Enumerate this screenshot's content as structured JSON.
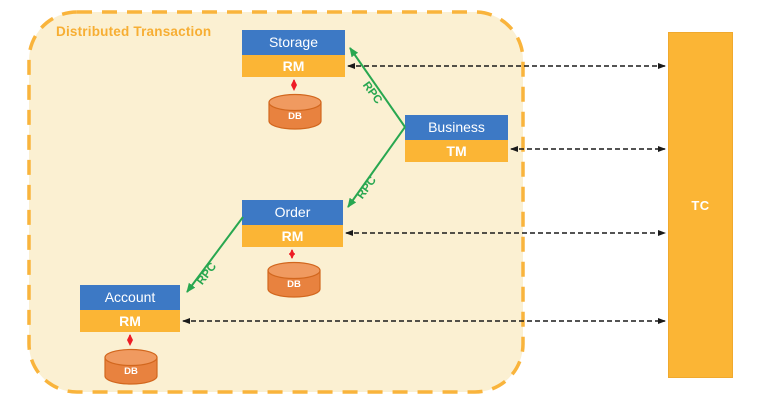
{
  "diagram": {
    "title": "Distributed Transaction",
    "coordinator": {
      "label": "TC"
    },
    "services": [
      {
        "name": "Storage",
        "role": "RM",
        "db_label": "DB"
      },
      {
        "name": "Business",
        "role": "TM"
      },
      {
        "name": "Order",
        "role": "RM",
        "db_label": "DB"
      },
      {
        "name": "Account",
        "role": "RM",
        "db_label": "DB"
      }
    ],
    "rpc_links": [
      {
        "label": "RPC",
        "from": "Business",
        "to": "Storage"
      },
      {
        "label": "RPC",
        "from": "Business",
        "to": "Order"
      },
      {
        "label": "RPC",
        "from": "Order",
        "to": "Account"
      }
    ],
    "colors": {
      "boundary_fill": "#FBF0D2",
      "boundary_border": "#F9B43C",
      "service_header_blue": "#3D79C5",
      "service_role_amber": "#FBB535",
      "coordinator_fill": "#FBB535",
      "rpc_green": "#28A750",
      "db_body_orange": "#E8823F",
      "db_top_orange": "#F09A60",
      "db_stroke": "#D2671E",
      "db_link_red": "#EE1C25",
      "tc_link_black": "#1A1A1A"
    }
  }
}
